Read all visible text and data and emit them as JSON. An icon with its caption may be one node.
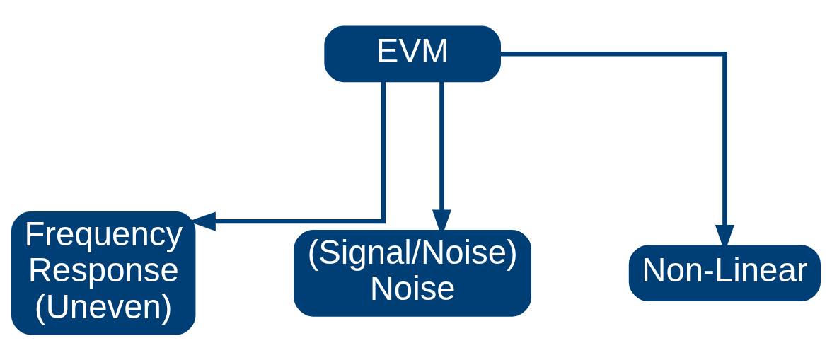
{
  "diagram": {
    "nodes": [
      {
        "text": [
          "EVM"
        ]
      },
      {
        "text": [
          "Frequency Response (Uneven)"
        ]
      },
      {
        "text": [
          "(Signal/Noise) Noise"
        ]
      },
      {
        "text": [
          "Non-Linear"
        ]
      }
    ],
    "edges": [
      {
        "from": 0,
        "to": 1,
        "arrow": "to"
      },
      {
        "from": 0,
        "to": 2,
        "arrow": "to"
      },
      {
        "from": 0,
        "to": 3,
        "arrow": "to"
      }
    ]
  }
}
